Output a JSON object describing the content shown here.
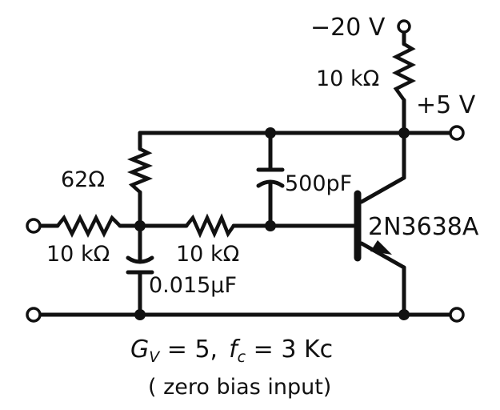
{
  "labels": {
    "supply_voltage": "−20 V",
    "collector_resistor": "10 kΩ",
    "bias_voltage": "+5 V",
    "feedback_resistor": "62Ω",
    "feedback_capacitor": "500pF",
    "transistor": "2N3638A",
    "input_resistor_1": "10 kΩ",
    "input_resistor_2": "10 kΩ",
    "shunt_capacitor": "0.015μF"
  },
  "caption": {
    "gain_prefix": "G",
    "gain_subscript": "V",
    "gain_value": " = 5,",
    "freq_prefix": "f",
    "freq_subscript": "c",
    "freq_value": " = 3 Kc",
    "note": "( zero bias input)"
  }
}
